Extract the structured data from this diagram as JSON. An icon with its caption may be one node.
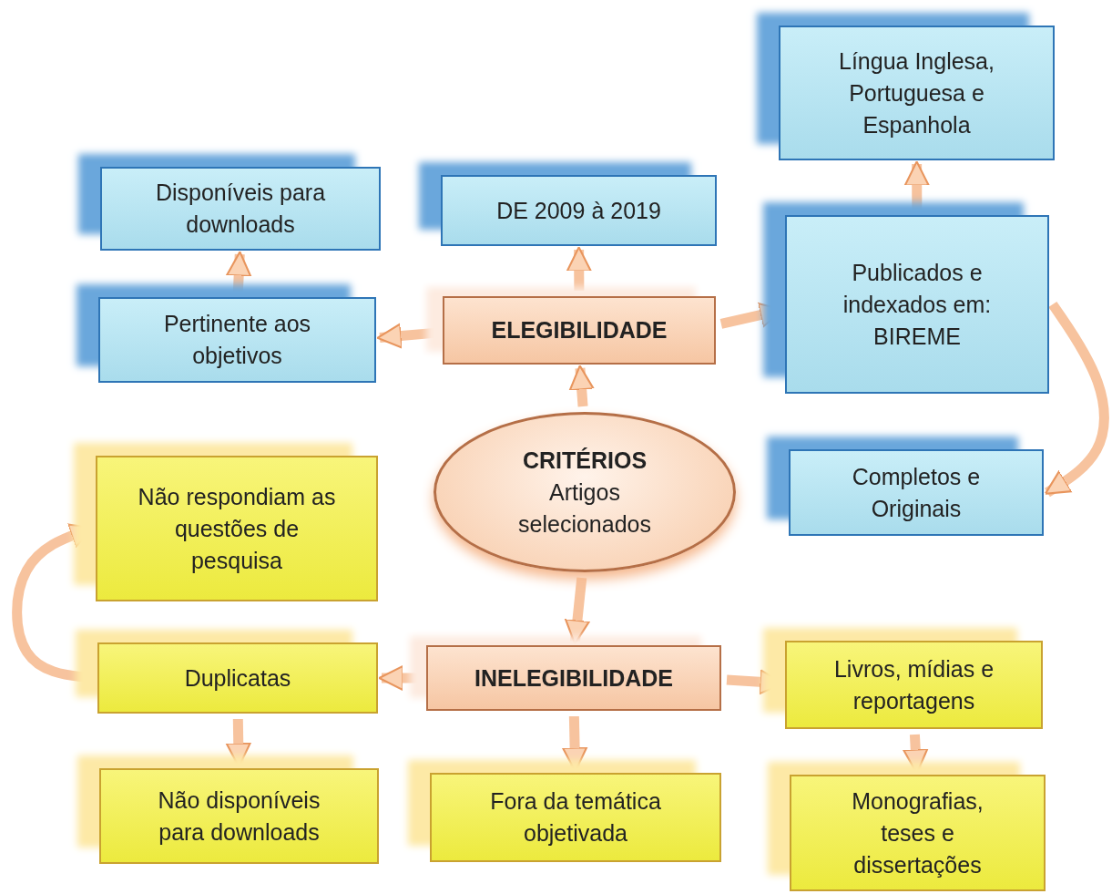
{
  "diagram": {
    "nodes": [
      {
        "text": [
          "Língua Inglesa, Portuguesa e Espanhola"
        ]
      },
      {
        "text": [
          "Disponíveis para downloads"
        ]
      },
      {
        "text": [
          "DE 2009 à 2019"
        ]
      },
      {
        "text": [
          "Publicados e indexados em: BIREME"
        ]
      },
      {
        "text": [
          "Pertinente aos objetivos"
        ]
      },
      {
        "text": [
          "ELEGIBILIDADE"
        ]
      },
      {
        "text": [
          "Completos e Originais"
        ]
      },
      {
        "text": [
          "CRITÉRIOS",
          "Artigos selecionados"
        ]
      },
      {
        "text": [
          "Não respondiam as questões de pesquisa"
        ]
      },
      {
        "text": [
          "Duplicatas"
        ]
      },
      {
        "text": [
          "INELEGIBILIDADE"
        ]
      },
      {
        "text": [
          "Livros, mídias e reportagens"
        ]
      },
      {
        "text": [
          "Não disponíveis para downloads"
        ]
      },
      {
        "text": [
          "Fora da temática objetivada"
        ]
      },
      {
        "text": [
          "Monografias, teses e dissertações"
        ]
      }
    ],
    "edges": [
      {
        "from": 7,
        "to": 5,
        "arrow": "to"
      },
      {
        "from": 5,
        "to": 4,
        "arrow": "to"
      },
      {
        "from": 5,
        "to": 2,
        "arrow": "to"
      },
      {
        "from": 5,
        "to": 3,
        "arrow": "to"
      },
      {
        "from": 4,
        "to": 1,
        "arrow": "to"
      },
      {
        "from": 3,
        "to": 0,
        "arrow": "to"
      },
      {
        "from": 3,
        "to": 6,
        "arrow": "to"
      },
      {
        "from": 7,
        "to": 10,
        "arrow": "to"
      },
      {
        "from": 10,
        "to": 9,
        "arrow": "to"
      },
      {
        "from": 10,
        "to": 13,
        "arrow": "to"
      },
      {
        "from": 10,
        "to": 11,
        "arrow": "to"
      },
      {
        "from": 9,
        "to": 12,
        "arrow": "to"
      },
      {
        "from": 9,
        "to": 8,
        "arrow": "to"
      },
      {
        "from": 11,
        "to": 14,
        "arrow": "to"
      }
    ]
  }
}
